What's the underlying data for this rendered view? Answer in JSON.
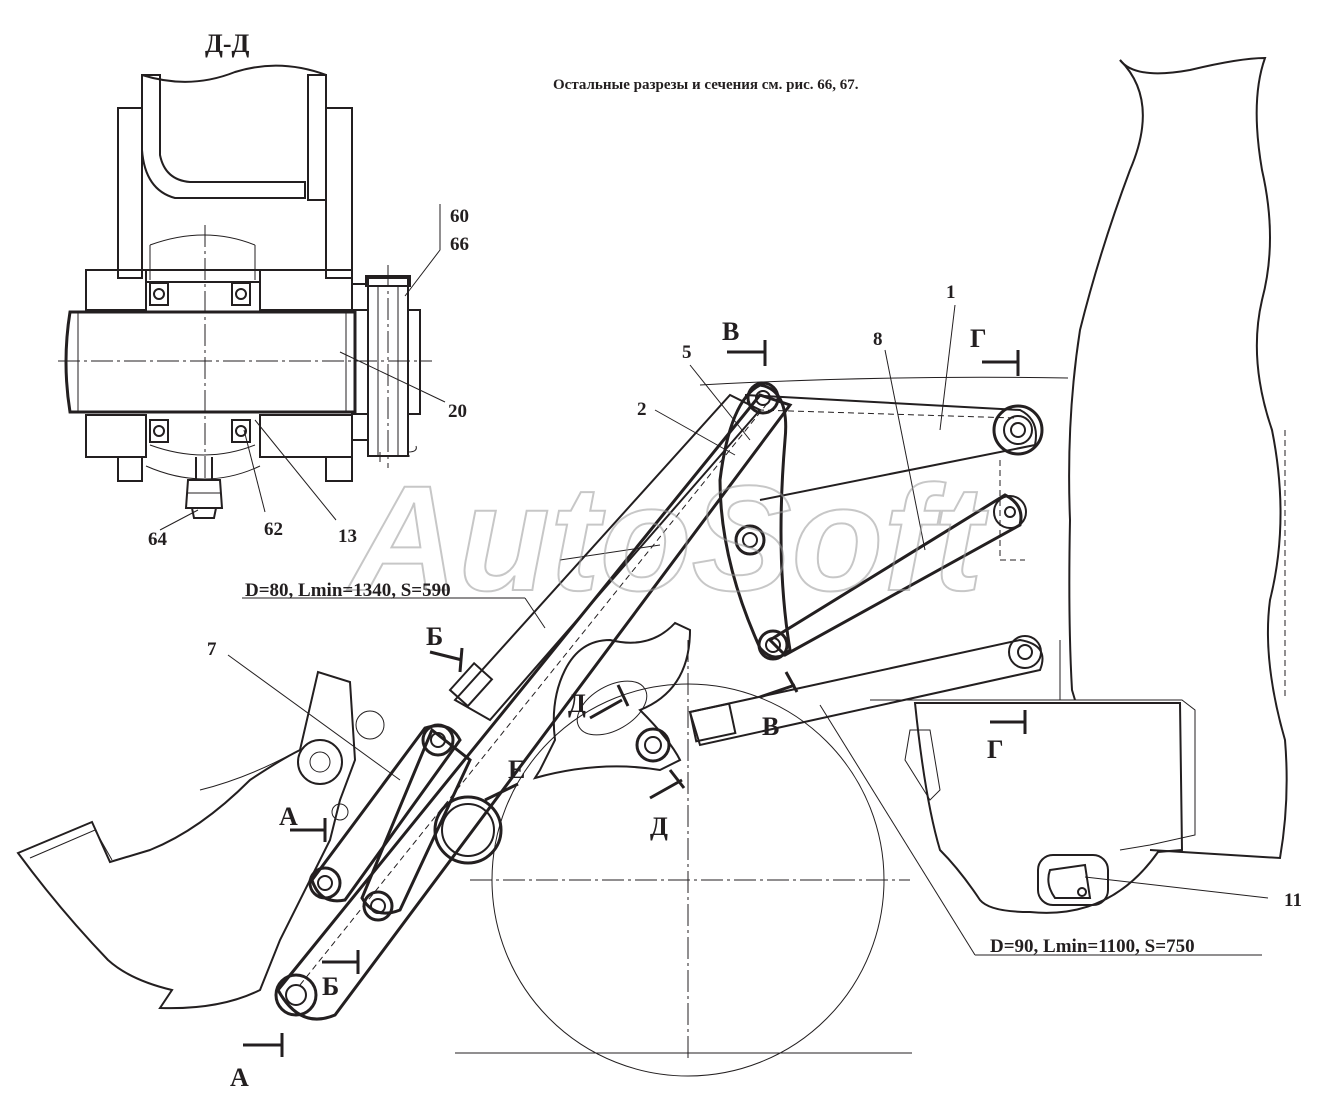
{
  "section_title": "Д-Д",
  "note": "Остальные разрезы и сечения см. рис. 66, 67.",
  "watermark": "AutoSoft",
  "part_labels": {
    "p60": "60",
    "p66": "66",
    "p20": "20",
    "p13": "13",
    "p62": "62",
    "p64": "64",
    "p1": "1",
    "p2": "2",
    "p5": "5",
    "p7": "7",
    "p8": "8",
    "p11": "11"
  },
  "section_marks": {
    "a_top": "А",
    "a_bottom": "А",
    "b_top": "Б",
    "b_bottom": "Б",
    "v_top": "В",
    "v_bottom": "В",
    "g_top": "Г",
    "g_bottom": "Г",
    "d_top": "Д",
    "d_bottom": "Д",
    "e": "Е"
  },
  "cylinders": {
    "upper": "D=80, Lmin=1340, S=590",
    "lower": "D=90, Lmin=1100, S=750"
  }
}
